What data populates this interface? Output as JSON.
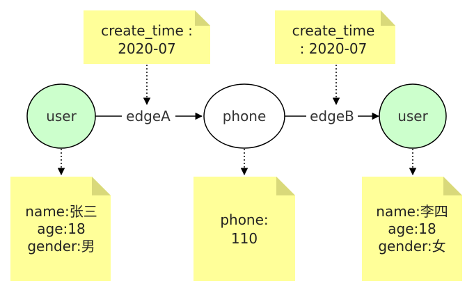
{
  "colors": {
    "user_node_fill": "#ccffcc",
    "phone_node_fill": "#ffffff",
    "note_fill": "#ffff99",
    "note_fold_fill": "#d9d97a",
    "stroke": "#000000"
  },
  "nodes": {
    "user_left": "user",
    "phone": "phone",
    "user_right": "user"
  },
  "edges": {
    "edge_a": "edgeA",
    "edge_b": "edgeB"
  },
  "notes": {
    "edge_a": {
      "line1": "create_time :",
      "line2": "2020-07"
    },
    "edge_b": {
      "line1": "create_time",
      "line2": ": 2020-07"
    },
    "user_left": {
      "line1": "name:张三",
      "line2": "age:18",
      "line3": "gender:男"
    },
    "phone": {
      "line1": "phone:",
      "line2": "110"
    },
    "user_right": {
      "line1": "name:李四",
      "line2": "age:18",
      "line3": "gender:女"
    }
  }
}
